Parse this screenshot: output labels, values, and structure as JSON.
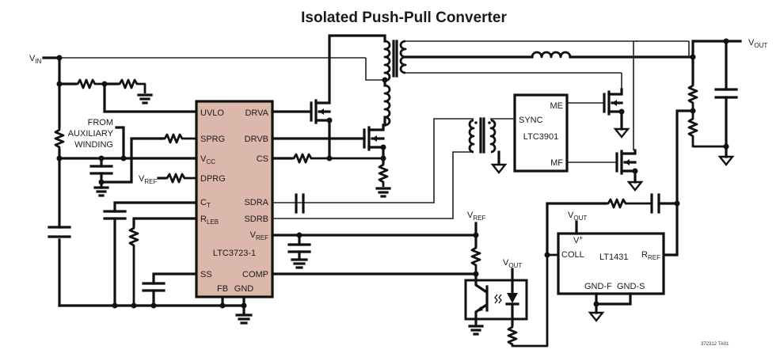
{
  "title": "Isolated Push-Pull Converter",
  "figure_code": "372312 TA01",
  "nets": {
    "vin": {
      "main": "V",
      "sub": "IN"
    },
    "vout_right": {
      "main": "V",
      "sub": "OUT"
    },
    "vref_left": {
      "main": "V",
      "sub": "REF"
    },
    "vref_opto": {
      "main": "V",
      "sub": "REF"
    },
    "vout_opto": {
      "main": "V",
      "sub": "OUT"
    },
    "vout_lt1431": {
      "main": "V",
      "sub": "OUT"
    }
  },
  "aux_label": [
    "FROM",
    "AUXILIARY",
    "WINDING"
  ],
  "ics": {
    "ltc3723": {
      "name": "LTC3723-1",
      "fill": "#dcb8ac",
      "pins_left": {
        "uvlo": "UVLO",
        "sprg": "SPRG",
        "vcc": {
          "main": "V",
          "sub": "CC"
        },
        "dprg": "DPRG",
        "ct": {
          "main": "C",
          "sub": "T"
        },
        "rleb": {
          "main": "R",
          "sub": "LEB"
        },
        "ss": "SS"
      },
      "pins_right": {
        "drva": "DRVA",
        "drvb": "DRVB",
        "cs": "CS",
        "sdra": "SDRA",
        "sdrb": "SDRB",
        "vref": {
          "main": "V",
          "sub": "REF"
        },
        "comp": "COMP"
      },
      "pins_bottom": {
        "fb": "FB",
        "gnd": "GND"
      }
    },
    "ltc3901": {
      "name": "LTC3901",
      "pins": {
        "sync": "SYNC",
        "me": "ME",
        "mf": "MF"
      }
    },
    "lt1431": {
      "name": "LT1431",
      "pins": {
        "vplus": {
          "main": "V",
          "sup": "+"
        },
        "coll": "COLL",
        "rref": {
          "main": "R",
          "sub": "REF"
        },
        "gndf": "GND-F",
        "gnds": "GND-S"
      }
    }
  }
}
